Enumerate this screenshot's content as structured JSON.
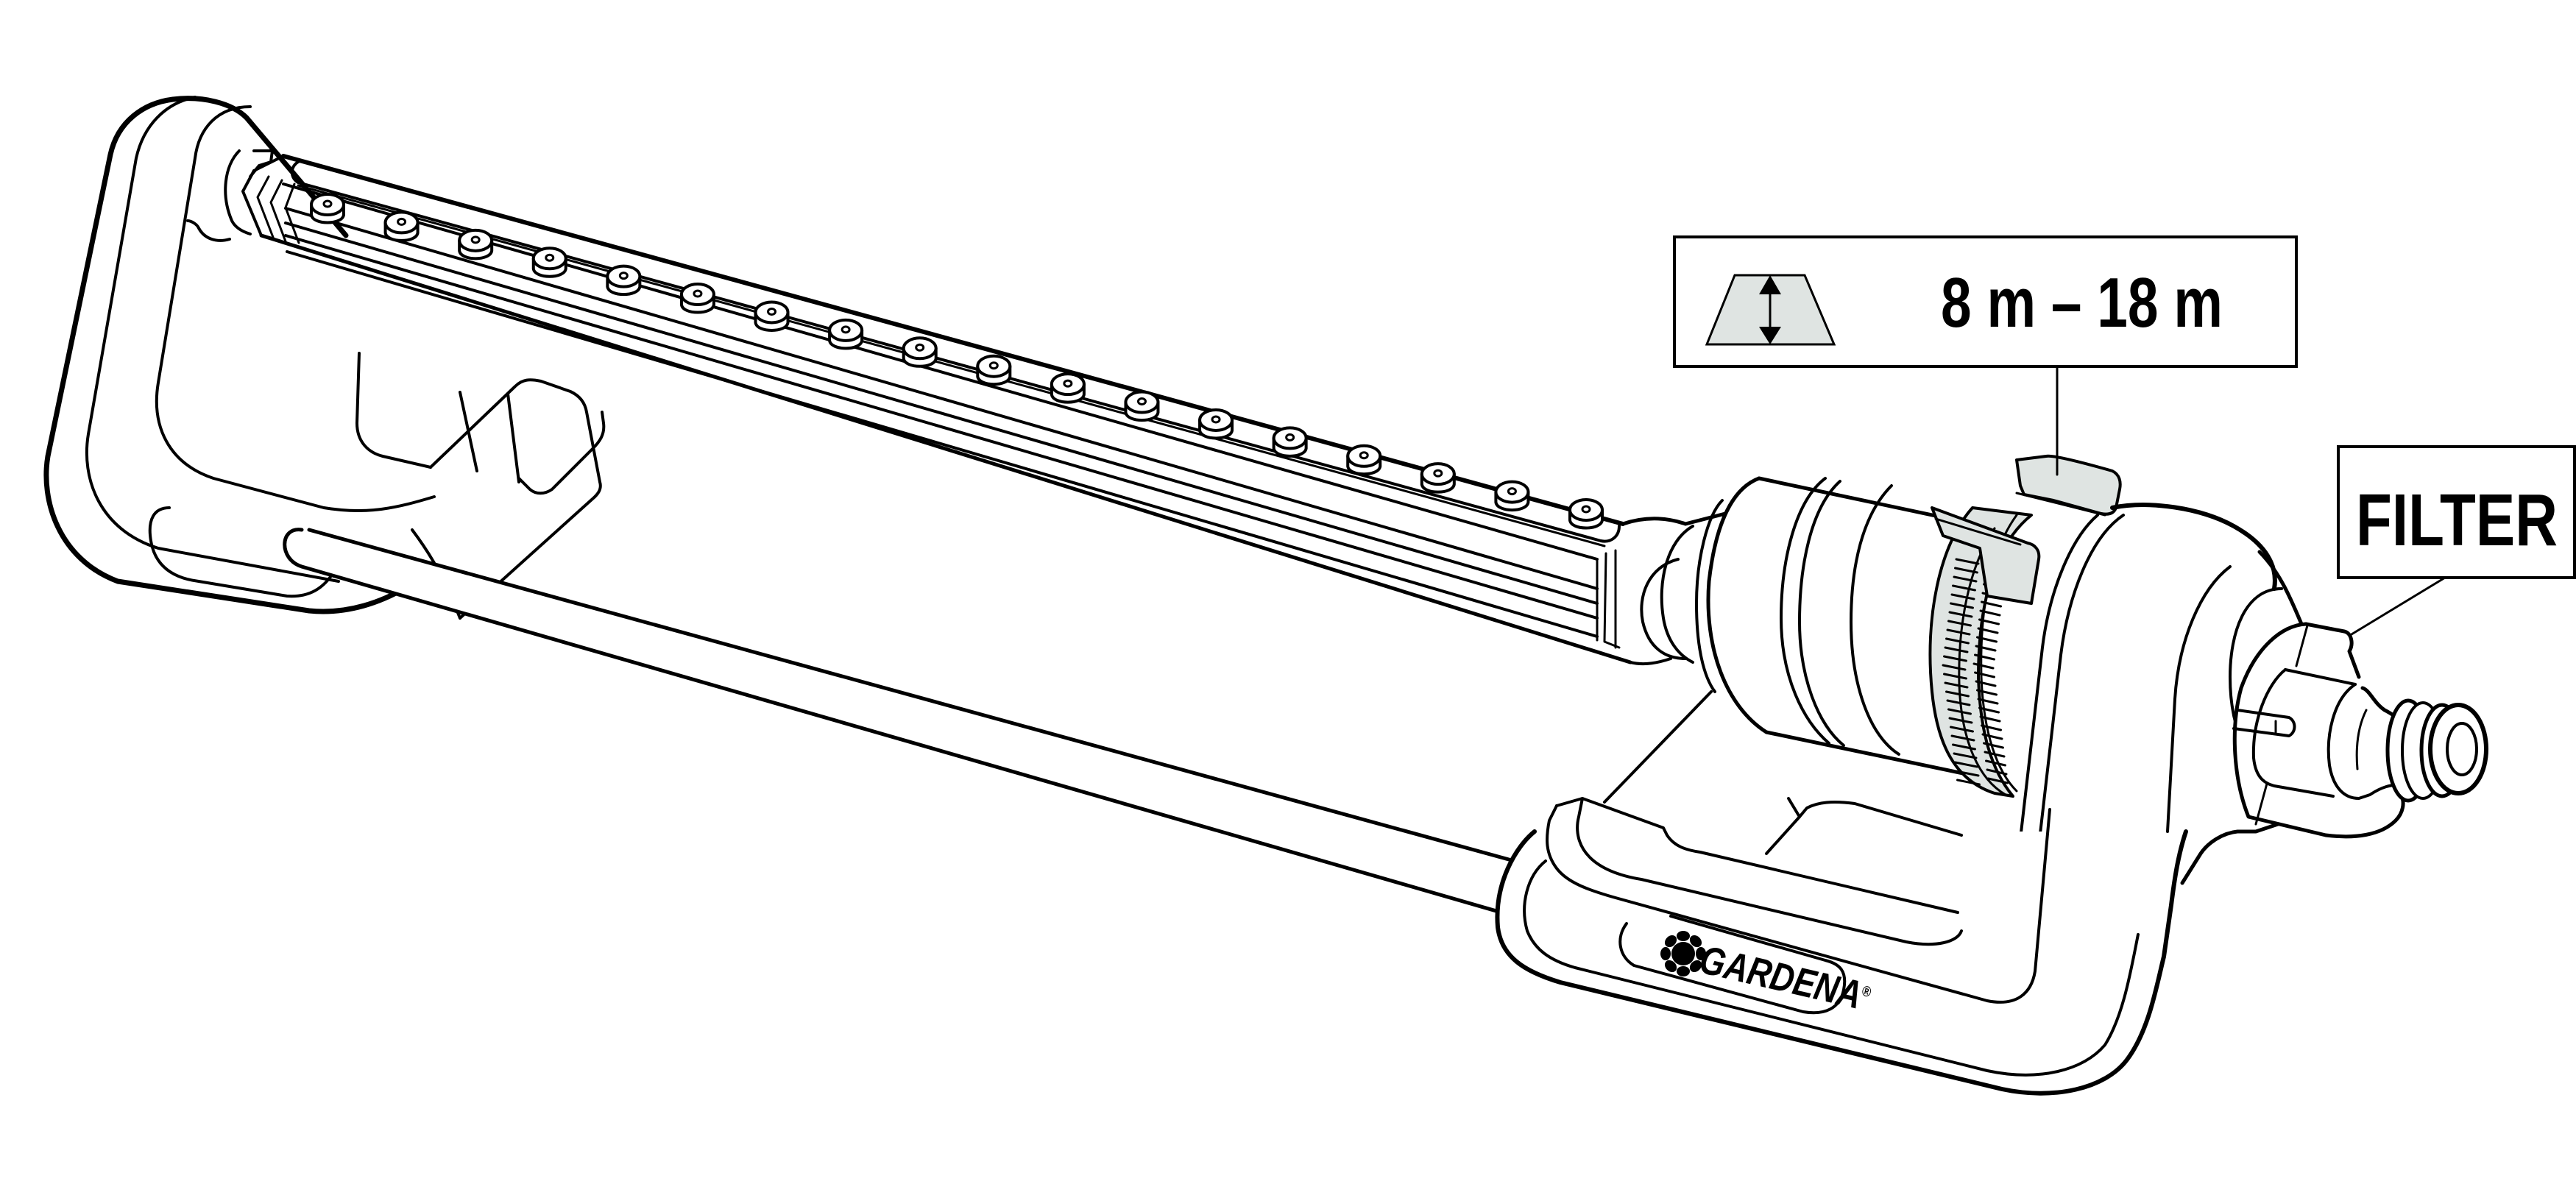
{
  "figure": {
    "subject": "Oscillating sprinkler",
    "line_color": "#000000",
    "fill_highlight": "#dfe4e2",
    "background": "#ffffff",
    "nozzle_count": 18
  },
  "callouts": {
    "range": {
      "icon": "spray-width-trapezoid-icon",
      "label": "8 m – 18 m"
    },
    "filter": {
      "label": "FILTER"
    }
  },
  "brand": {
    "logo_icon": "gardena-flower-icon",
    "name": "GARDENA",
    "registered_mark": "®"
  }
}
